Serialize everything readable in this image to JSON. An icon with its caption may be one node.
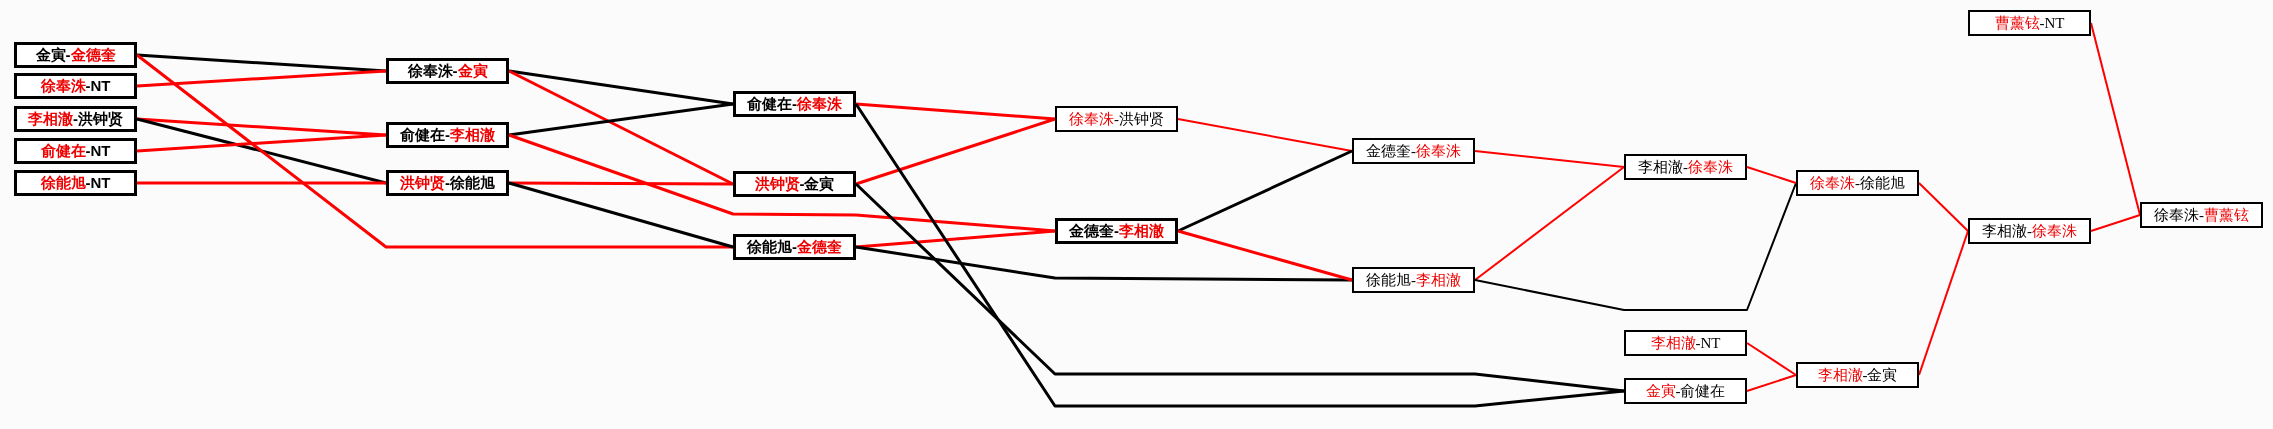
{
  "diagram": {
    "nodes": [
      {
        "text": [
          "金寅-**金德奎**"
        ]
      },
      {
        "text": [
          "**徐奉洙**-NT"
        ]
      },
      {
        "text": [
          "**李相澈**-洪钟贤"
        ]
      },
      {
        "text": [
          "**俞健在**-NT"
        ]
      },
      {
        "text": [
          "**徐能旭**-NT"
        ]
      },
      {
        "text": [
          "徐奉洙-**金寅**"
        ]
      },
      {
        "text": [
          "俞健在-**李相澈**"
        ]
      },
      {
        "text": [
          "**洪钟贤**-徐能旭"
        ]
      },
      {
        "text": [
          "俞健在-**徐奉洙**"
        ]
      },
      {
        "text": [
          "**洪钟贤**-金寅"
        ]
      },
      {
        "text": [
          "徐能旭-**金德奎**"
        ]
      },
      {
        "text": [
          "**徐奉洙**-洪钟贤"
        ]
      },
      {
        "text": [
          "金德奎-**李相澈**"
        ]
      },
      {
        "text": [
          "金德奎-**徐奉洙**"
        ]
      },
      {
        "text": [
          "徐能旭-**李相澈**"
        ]
      },
      {
        "text": [
          "李相澈-**徐奉洙**"
        ]
      },
      {
        "text": [
          "**李相澈**-NT"
        ]
      },
      {
        "text": [
          "**金寅**-俞健在"
        ]
      },
      {
        "text": [
          "**徐奉洙**-徐能旭"
        ]
      },
      {
        "text": [
          "**李相澈**-金寅"
        ]
      },
      {
        "text": [
          "**曹薰铉**-NT"
        ]
      },
      {
        "text": [
          "李相澈-**徐奉洙**"
        ]
      },
      {
        "text": [
          "徐奉洙-**曹薰铉**"
        ]
      }
    ],
    "edges": [
      {
        "from": 0,
        "to": 5,
        "arrow": "none",
        "color": "#000000"
      },
      {
        "from": 1,
        "to": 5,
        "arrow": "none"
      },
      {
        "from": 2,
        "to": 6,
        "arrow": "none"
      },
      {
        "from": 2,
        "to": 7,
        "arrow": "none",
        "color": "#000000"
      },
      {
        "from": 3,
        "to": 6,
        "arrow": "none"
      },
      {
        "from": 4,
        "to": 7,
        "arrow": "none"
      },
      {
        "from": 0,
        "to": 10,
        "arrow": "none"
      },
      {
        "from": 5,
        "to": 8,
        "arrow": "none",
        "color": "#000000"
      },
      {
        "from": 5,
        "to": 9,
        "arrow": "none"
      },
      {
        "from": 6,
        "to": 8,
        "arrow": "none",
        "color": "#000000"
      },
      {
        "from": 6,
        "to": 12,
        "arrow": "none"
      },
      {
        "from": 7,
        "to": 9,
        "arrow": "none"
      },
      {
        "from": 7,
        "to": 10,
        "arrow": "none",
        "color": "#000000"
      },
      {
        "from": 8,
        "to": 11,
        "arrow": "none"
      },
      {
        "from": 9,
        "to": 11,
        "arrow": "none"
      },
      {
        "from": 10,
        "to": 12,
        "arrow": "none"
      },
      {
        "from": 10,
        "to": 14,
        "arrow": "none",
        "color": "#000000"
      },
      {
        "from": 8,
        "to": 17,
        "arrow": "none",
        "color": "#000000"
      },
      {
        "from": 9,
        "to": 17,
        "arrow": "none",
        "color": "#000000"
      },
      {
        "from": 11,
        "to": 13,
        "arrow": "none"
      },
      {
        "from": 12,
        "to": 13,
        "arrow": "none",
        "color": "#000000"
      },
      {
        "from": 12,
        "to": 14,
        "arrow": "none"
      },
      {
        "from": 13,
        "to": 15,
        "arrow": "none"
      },
      {
        "from": 14,
        "to": 15,
        "arrow": "none"
      },
      {
        "from": 14,
        "to": 18,
        "arrow": "none",
        "color": "#000000"
      },
      {
        "from": 15,
        "to": 18,
        "arrow": "none"
      },
      {
        "from": 16,
        "to": 19,
        "arrow": "none"
      },
      {
        "from": 17,
        "to": 19,
        "arrow": "none"
      },
      {
        "from": 18,
        "to": 21,
        "arrow": "none"
      },
      {
        "from": 19,
        "to": 21,
        "arrow": "none"
      },
      {
        "from": 21,
        "to": 22,
        "arrow": "none"
      },
      {
        "from": 20,
        "to": 22,
        "arrow": "none"
      }
    ]
  }
}
